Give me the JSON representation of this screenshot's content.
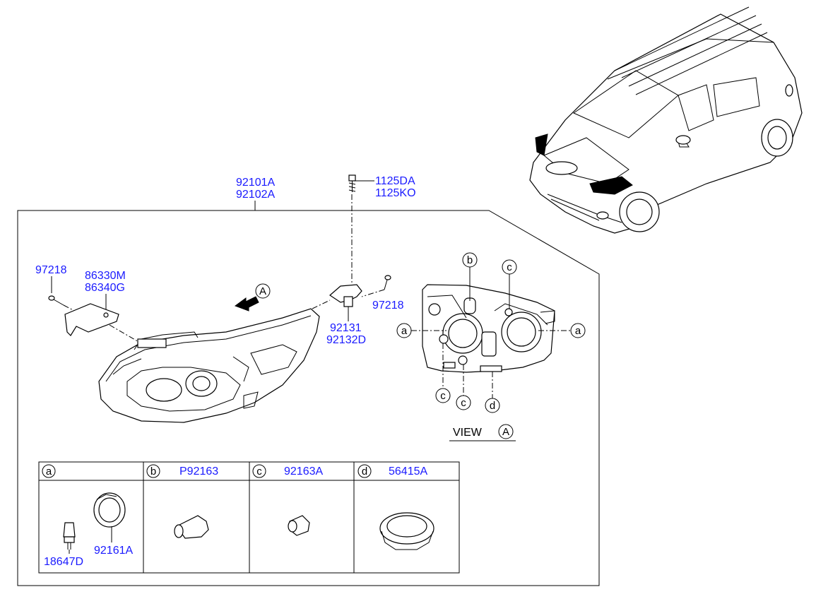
{
  "labels": {
    "headlamp_lh": "92101A",
    "headlamp_rh": "92102A",
    "bolt_a": "1125DA",
    "bolt_b": "1125KO",
    "screw_left": "97218",
    "screw_right": "97218",
    "bracket_lh": "86330M",
    "bracket_rh": "86340G",
    "holder_lh": "92131",
    "holder_rh": "92132D",
    "view_text": "VIEW",
    "view_ref": "A",
    "arrow_ref": "A"
  },
  "callouts": {
    "a_left": "a",
    "a_right": "a",
    "b_top": "b",
    "c_top": "c",
    "c_bottom_left": "c",
    "c_bottom_mid": "c",
    "d_bottom": "d"
  },
  "parts_table": {
    "cells": [
      {
        "key": "a",
        "part_no": "",
        "sub_labels": [
          "18647D",
          "92161A"
        ]
      },
      {
        "key": "b",
        "part_no": "P92163",
        "sub_labels": []
      },
      {
        "key": "c",
        "part_no": "92163A",
        "sub_labels": []
      },
      {
        "key": "d",
        "part_no": "56415A",
        "sub_labels": []
      }
    ]
  },
  "colors": {
    "label_blue": "#1a1aff",
    "line_black": "#000000"
  }
}
